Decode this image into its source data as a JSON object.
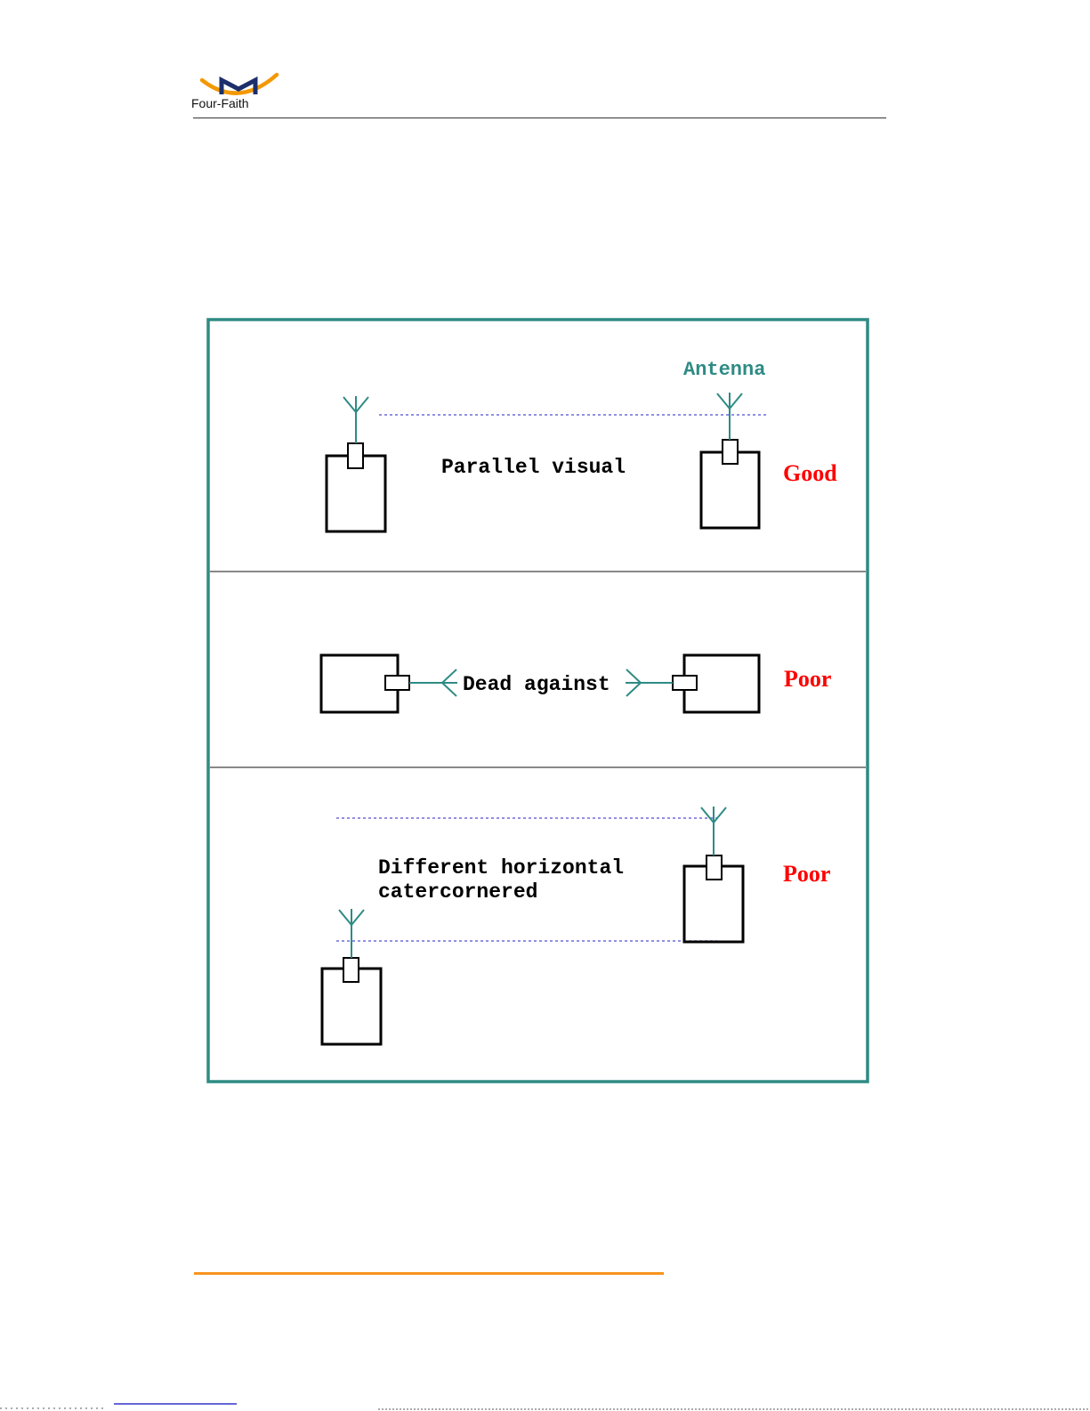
{
  "header": {
    "logo_text": "Four-Faith"
  },
  "diagram": {
    "antenna_label": "Antenna",
    "rows": [
      {
        "description": "Parallel visual",
        "rating": "Good"
      },
      {
        "description": "Dead against",
        "rating": "Poor"
      },
      {
        "description_lines": [
          "Different horizontal",
          "catercornered"
        ],
        "rating": "Poor"
      }
    ],
    "colors": {
      "frame": "#2e8b84",
      "antenna": "#2e8b84",
      "guide_line": "#6b6be0",
      "rating": "#ff0000",
      "text": "#000000"
    }
  },
  "footer": {
    "rule_color": "#f7941d"
  }
}
